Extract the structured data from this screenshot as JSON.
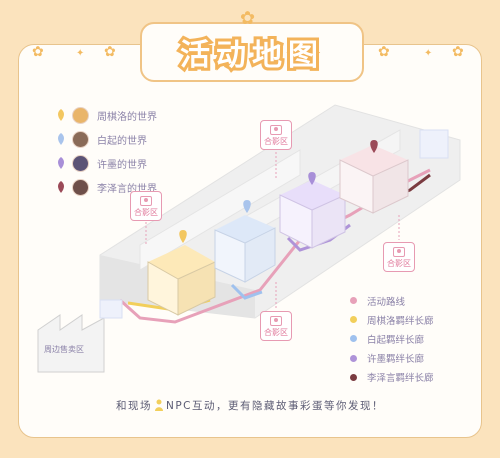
{
  "title": "活动地图",
  "characters": [
    {
      "name": "周棋洛的世界",
      "pin_color": "#f3c760",
      "face_color": "#e9b56a"
    },
    {
      "name": "白起的世界",
      "pin_color": "#a9c4ec",
      "face_color": "#8a6b58"
    },
    {
      "name": "许墨的世界",
      "pin_color": "#a88fd8",
      "face_color": "#5b5376"
    },
    {
      "name": "李泽言的世界",
      "pin_color": "#9b4a58",
      "face_color": "#6e4f4a"
    }
  ],
  "route_legend": [
    {
      "label": "活动路线",
      "color": "#e7a1b9"
    },
    {
      "label": "周棋洛羁绊长廊",
      "color": "#f2cf5b"
    },
    {
      "label": "白起羁绊长廊",
      "color": "#9fc1ee"
    },
    {
      "label": "许墨羁绊长廊",
      "color": "#ae93d8"
    },
    {
      "label": "李泽言羁绊长廊",
      "color": "#7a3b40"
    }
  ],
  "photo_zone_label": "合影区",
  "merch_zone_label": "周边售卖区",
  "footer": {
    "before_icon": "和现场",
    "after_icon": "NPC互动，更有隐藏故事彩蛋等你发现！"
  }
}
